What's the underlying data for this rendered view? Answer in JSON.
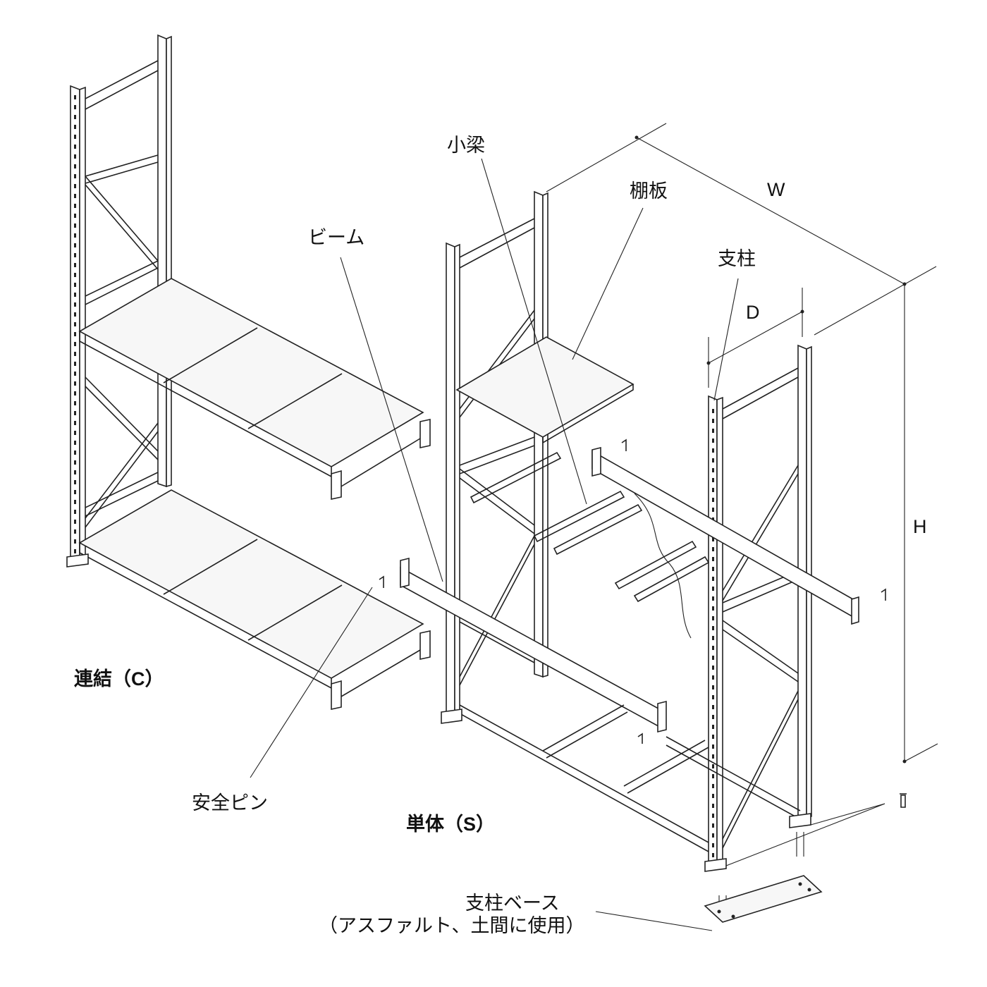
{
  "labels": {
    "beam": "ビーム",
    "small_beam": "小梁",
    "shelf_board": "棚板",
    "post": "支柱",
    "connected": "連結（C）",
    "single": "単体（S）",
    "safety_pin": "安全ピン",
    "post_base_line1": "支柱ベース",
    "post_base_line2": "（アスファルト、土間に使用）"
  },
  "dimensions": {
    "width": "W",
    "depth": "D",
    "height": "H"
  },
  "colors": {
    "line": "#222222",
    "background": "#ffffff",
    "panel_fill": "#f7f7f7"
  }
}
